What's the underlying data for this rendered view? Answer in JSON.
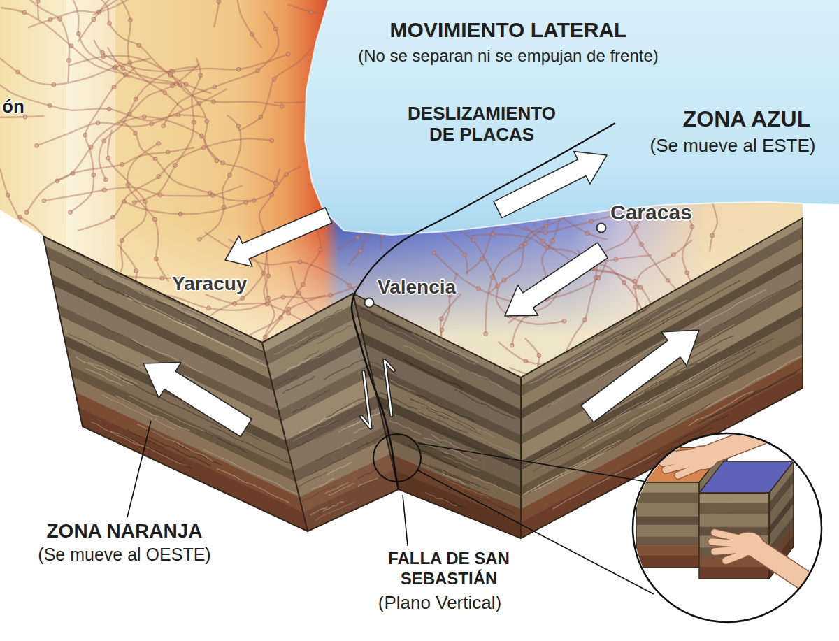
{
  "diagram": {
    "title": "MOVIMIENTO LATERAL",
    "labels": [
      "(No se separan ni se empujan de frente)",
      "DESLIZAMIENTO DE PLACAS",
      "ZONA AZUL",
      "(Se mueve al ESTE)",
      "ón",
      "Caracas",
      "Valencia",
      "Yaracuy",
      "ZONA NARANJA",
      "(Se mueve al OESTE)",
      "FALLA DE SAN SEBASTIÁN",
      "(Plano Vertical)"
    ]
  }
}
